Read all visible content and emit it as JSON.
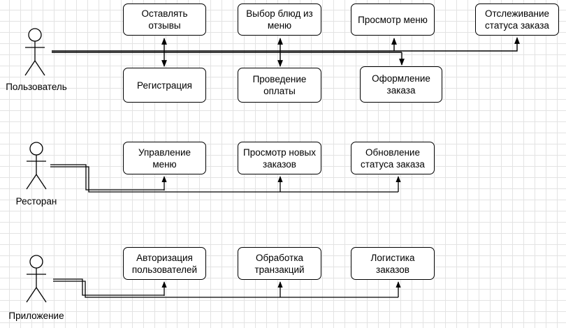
{
  "actors": {
    "user": "Пользователь",
    "restaurant": "Ресторан",
    "app": "Приложение"
  },
  "use_cases": {
    "user": {
      "leave_reviews": "Оставлять\nотзывы",
      "choose_dishes": "Выбор блюд из\nменю",
      "view_menu": "Просмотр меню",
      "track_status": "Отслеживание\nстатуса заказа",
      "registration": "Регистрация",
      "payment": "Проведение\nоплаты",
      "checkout": "Оформление\nзаказа"
    },
    "restaurant": {
      "manage_menu": "Управление\nменю",
      "view_new_orders": "Просмотр новых\nзаказов",
      "update_status": "Обновление\nстатуса заказа"
    },
    "app": {
      "user_auth": "Авторизация\nпользователей",
      "transactions": "Обработка\nтранзакций",
      "logistics": "Логистика\nзаказов"
    }
  }
}
